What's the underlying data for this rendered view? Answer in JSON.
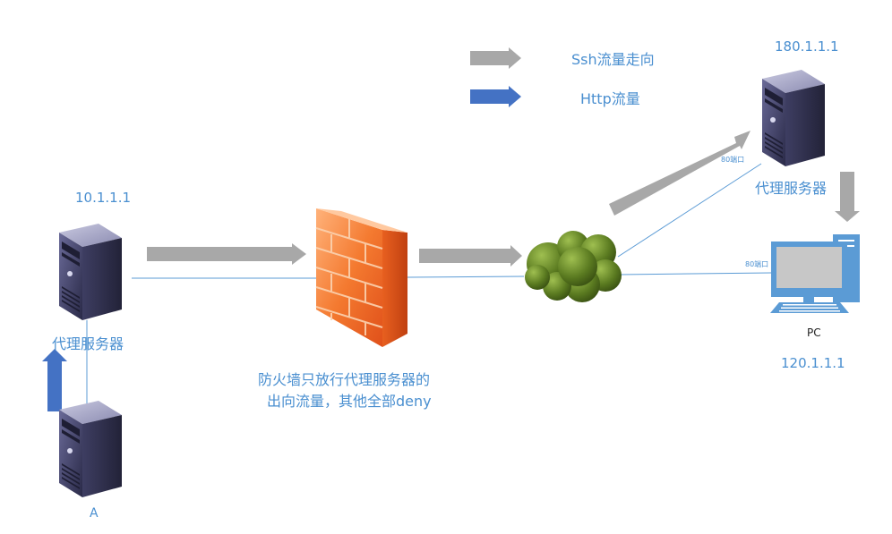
{
  "legend": {
    "ssh_label": "Ssh流量走向",
    "http_label": "Http流量"
  },
  "nodes": {
    "proxy_left_ip": "10.1.1.1",
    "proxy_left_label": "代理服务器",
    "client_a_label": "A",
    "proxy_right_ip": "180.1.1.1",
    "proxy_right_label": "代理服务器",
    "pc_label": "PC",
    "pc_ip": "120.1.1.1"
  },
  "ports": {
    "proxy_right_port": "80端口",
    "pc_port": "80端口"
  },
  "firewall_note": {
    "line1": "防火墙只放行代理服务器的",
    "line2": "出向流量，其他全部deny"
  },
  "colors": {
    "ssh_arrow": "#a8a8a8",
    "http_arrow": "#4472c4",
    "label_blue": "#4a8fd0",
    "link_line": "#5b9bd5",
    "server_body": "#4a4a78",
    "firewall": "#f47a30",
    "cloud": "#5a7a20",
    "pc": "#5b9bd5"
  },
  "icons": [
    "server-icon",
    "firewall-icon",
    "cloud-icon",
    "pc-icon"
  ]
}
